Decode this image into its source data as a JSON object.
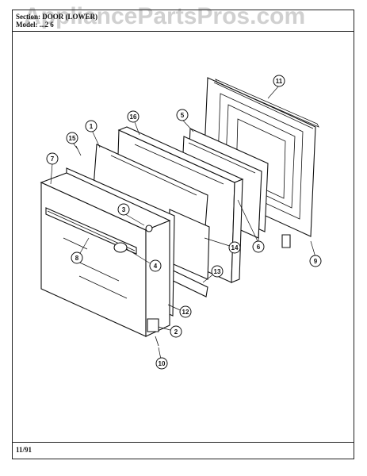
{
  "header": {
    "section_text": "Section: DOOR (LOWER)",
    "model_text": "Model: ...2 6"
  },
  "watermark": "AppliancePartsPros.com",
  "footer": {
    "date": "11/91"
  },
  "callouts": [
    "11",
    "16",
    "5",
    "1",
    "15",
    "7",
    "3",
    "8",
    "4",
    "12",
    "2",
    "10",
    "14",
    "13",
    "6",
    "9"
  ]
}
